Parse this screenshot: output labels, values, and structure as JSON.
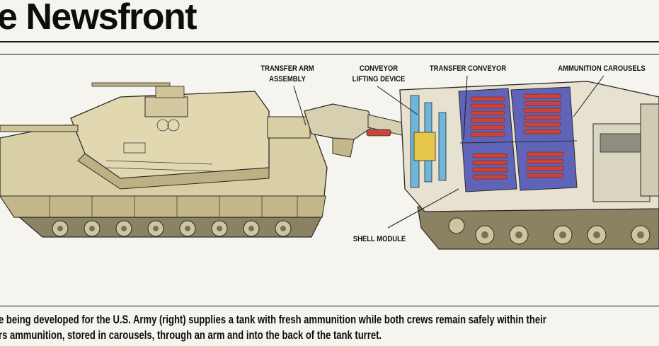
{
  "header": {
    "title": "e Newsfront"
  },
  "callouts": {
    "transfer_arm_1": "TRANSFER ARM",
    "transfer_arm_2": "ASSEMBLY",
    "conveyor_1": "CONVEYOR",
    "conveyor_2": "LIFTING DEVICE",
    "transfer_conveyor": "TRANSFER CONVEYOR",
    "ammunition_carousels": "AMMUNITION CAROUSELS",
    "shell_module": "SHELL MODULE"
  },
  "caption": {
    "line1": "e being developed for the U.S. Army (right) supplies a tank with fresh ammunition while both crews remain safely within their",
    "line2": "rs ammunition, stored in carousels, through an arm and into the back of the tank turret."
  },
  "colors": {
    "tank": "#d9cfa4",
    "tank_shadow": "#b8ab7a",
    "shells": "#c9453a",
    "carousel": "#5f64b8",
    "conveyor": "#6fb6dc",
    "lifter": "#e5c74a"
  }
}
